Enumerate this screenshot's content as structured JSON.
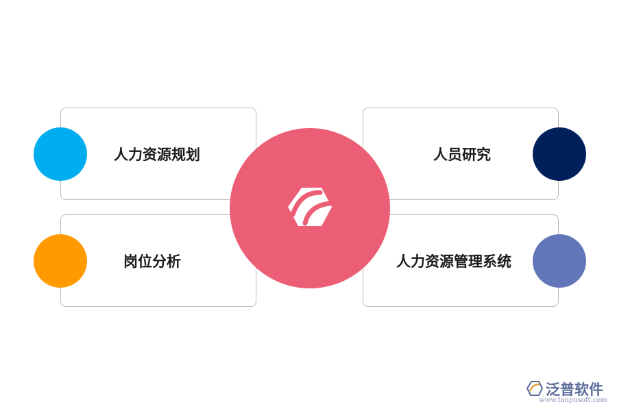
{
  "colors": {
    "hub": "#EC5E75",
    "hub_icon": "#ffffff",
    "card_border": "#b9b9b9",
    "top_left_dot": "#00AEEF",
    "bottom_left_dot": "#FF9A00",
    "top_right_dot": "#00205B",
    "bottom_right_dot": "#6275B9",
    "watermark_text": "#5a6b9a",
    "watermark_url": "#8b97b7"
  },
  "hub": {
    "icon": "hexagon-logo-icon"
  },
  "cards": {
    "top_left": {
      "label": "人力资源规划",
      "dot_icon": "circle"
    },
    "bottom_left": {
      "label": "岗位分析",
      "dot_icon": "circle"
    },
    "top_right": {
      "label": "人员研究",
      "dot_icon": "circle"
    },
    "bottom_right": {
      "label": "人力资源管理系统",
      "dot_icon": "circle"
    }
  },
  "watermark": {
    "brand": "泛普软件",
    "url": "www.fanpusoft.com",
    "icon": "fanpu-logo-icon"
  }
}
